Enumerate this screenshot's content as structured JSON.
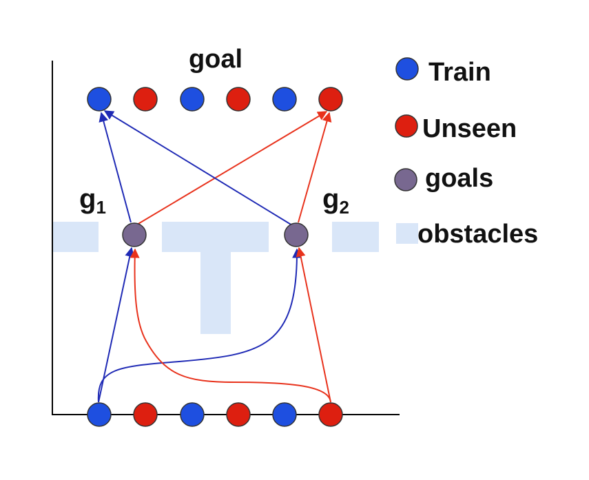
{
  "title": "goal",
  "subgoals": [
    {
      "id": "g1",
      "letter": "g",
      "sub": "1"
    },
    {
      "id": "g2",
      "letter": "g",
      "sub": "2"
    }
  ],
  "legend": [
    {
      "key": "train",
      "label": "Train",
      "shape": "circle",
      "color": "#1e4fe0"
    },
    {
      "key": "unseen",
      "label": "Unseen",
      "shape": "circle",
      "color": "#dd1f10"
    },
    {
      "key": "goals",
      "label": "goals",
      "shape": "circle",
      "color": "#786890"
    },
    {
      "key": "obstacles",
      "label": "obstacles",
      "shape": "rect",
      "color": "#d9e6f8"
    }
  ],
  "colors": {
    "train": "#1e4fe0",
    "unseen": "#dd1f10",
    "subgoal": "#786890",
    "obstacle": "#d9e6f8",
    "blue_path": "#1f2ab5",
    "red_path": "#e8321c",
    "axis": "#000000"
  },
  "top_points": [
    "train",
    "unseen",
    "train",
    "unseen",
    "train",
    "unseen"
  ],
  "bottom_points": [
    "train",
    "unseen",
    "train",
    "unseen",
    "train",
    "unseen"
  ],
  "paths": [
    {
      "from": "bottom-0",
      "to": "g1",
      "color": "blue",
      "curve": false
    },
    {
      "from": "bottom-0",
      "to": "g2",
      "color": "blue",
      "curve": true
    },
    {
      "from": "bottom-5",
      "to": "g1",
      "color": "red",
      "curve": true
    },
    {
      "from": "bottom-5",
      "to": "g2",
      "color": "red",
      "curve": false
    },
    {
      "from": "g1",
      "to": "top-0",
      "color": "blue",
      "curve": false
    },
    {
      "from": "g1",
      "to": "top-5",
      "color": "red",
      "curve": false
    },
    {
      "from": "g2",
      "to": "top-0",
      "color": "blue",
      "curve": false
    },
    {
      "from": "g2",
      "to": "top-5",
      "color": "red",
      "curve": false
    }
  ]
}
